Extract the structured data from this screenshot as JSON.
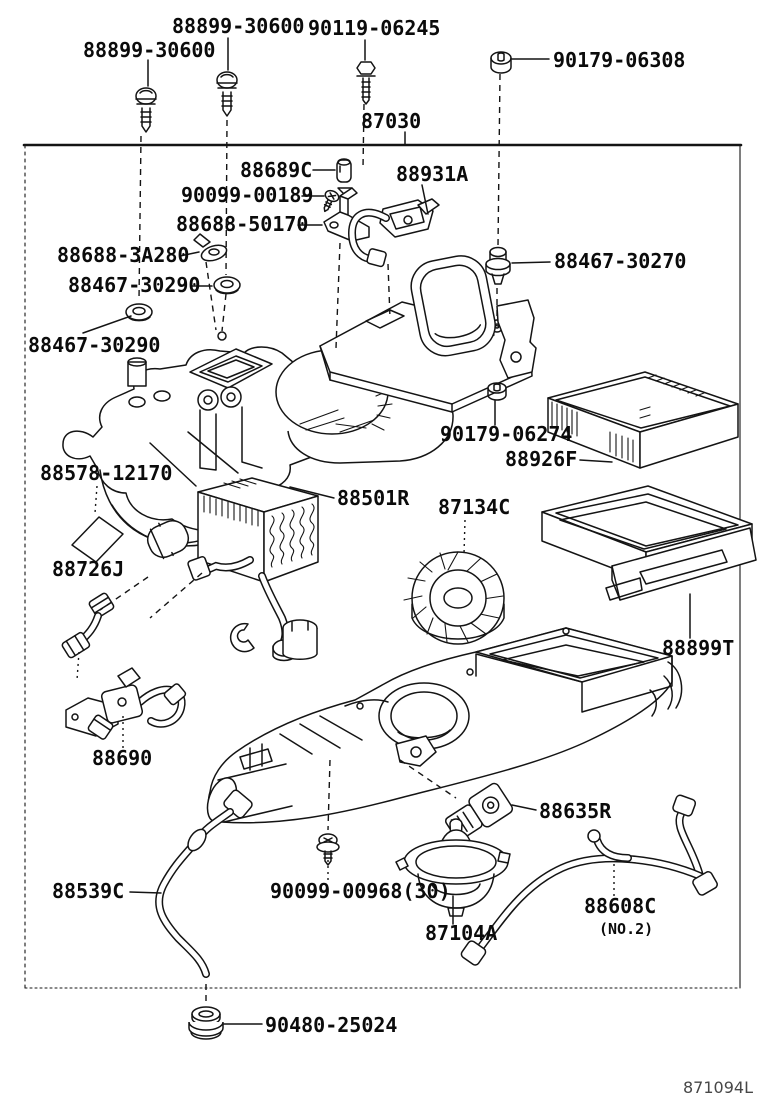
{
  "diagram": {
    "type": "exploded-parts-diagram",
    "figure_code": "871094L",
    "assembly_part_number": "87030",
    "labels": [
      {
        "id": "screw-top-left",
        "text": "88899-30600"
      },
      {
        "id": "screw-top-mid",
        "text": "88899-30600"
      },
      {
        "id": "bolt-top",
        "text": "90119-06245"
      },
      {
        "id": "grommet-top-right",
        "text": "90179-06308"
      },
      {
        "id": "assembly",
        "text": "87030"
      },
      {
        "id": "clip-pin",
        "text": "88689C"
      },
      {
        "id": "damper-servo",
        "text": "88931A"
      },
      {
        "id": "screw-small",
        "text": "90099-00189"
      },
      {
        "id": "bracket",
        "text": "88688-50170"
      },
      {
        "id": "pipe-clamp",
        "text": "88688-3A280"
      },
      {
        "id": "grommet-upper",
        "text": "88467-30290"
      },
      {
        "id": "grommet-lower",
        "text": "88467-30290"
      },
      {
        "id": "thermistor",
        "text": "88467-30270"
      },
      {
        "id": "nut-mid",
        "text": "90179-06274"
      },
      {
        "id": "evaporator-case",
        "text": "88926F"
      },
      {
        "id": "caution-label",
        "text": "88578-12170"
      },
      {
        "id": "evaporator-core",
        "text": "88501R"
      },
      {
        "id": "blower-fan",
        "text": "87134C"
      },
      {
        "id": "liquid-pipe",
        "text": "88726J"
      },
      {
        "id": "tray",
        "text": "88899T"
      },
      {
        "id": "expansion-valve",
        "text": "88690"
      },
      {
        "id": "blower-resistor",
        "text": "88635R"
      },
      {
        "id": "drain-hose",
        "text": "88539C"
      },
      {
        "id": "screw-lower",
        "text": "90099-00968(30)"
      },
      {
        "id": "blower-motor",
        "text": "87104A"
      },
      {
        "id": "wire-harness",
        "text": "88608C"
      },
      {
        "id": "wire-harness-note",
        "text": "(NO.2)"
      },
      {
        "id": "grommet-bottom",
        "text": "90480-25024"
      },
      {
        "id": "figure-code",
        "text": "871094L"
      }
    ]
  }
}
